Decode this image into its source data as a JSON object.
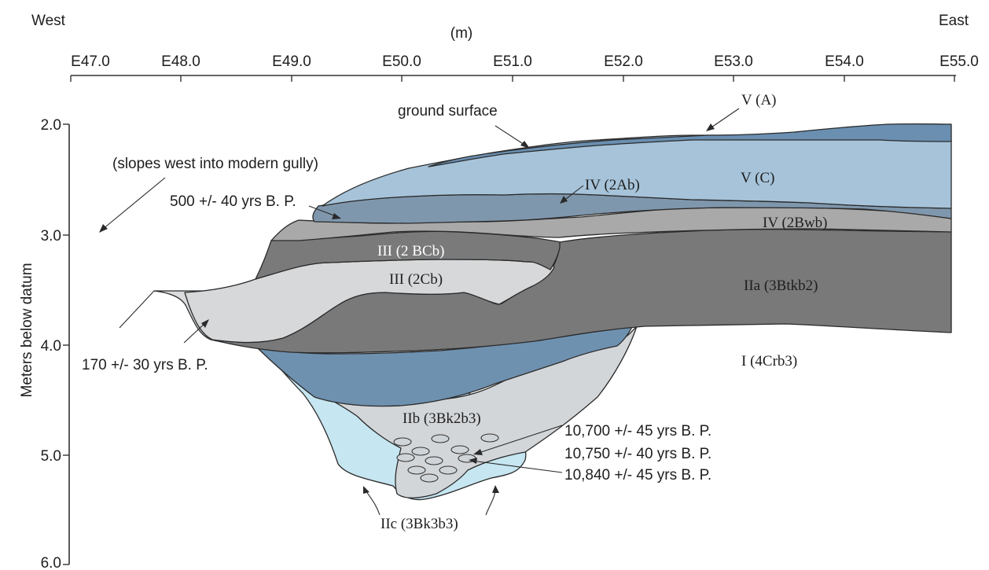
{
  "header": {
    "west_label": "West",
    "east_label": "East",
    "units_label": "(m)"
  },
  "x_axis": {
    "ticks": [
      "E47.0",
      "E48.0",
      "E49.0",
      "E50.0",
      "E51.0",
      "E52.0",
      "E53.0",
      "E54.0",
      "E55.0"
    ]
  },
  "y_axis": {
    "label": "Meters below datum",
    "ticks": [
      "2.0",
      "3.0",
      "4.0",
      "5.0",
      "6.0"
    ]
  },
  "colors": {
    "stratum_V_A": "#6a8fb1",
    "stratum_V_C": "#a6c3d9",
    "stratum_IV_2Ab": "#7f97ad",
    "stratum_IV_2Bwb": "#a9a9a9",
    "stratum_III_2BCb": "#7a7a7a",
    "stratum_III_2Cb": "#d6d8da",
    "stratum_IIa": "#797979",
    "stratum_lower_blue": "#6f91b0",
    "stratum_IIb": "#d3d6d9",
    "stratum_IIc": "#c6e6f1",
    "stratum_west_fill": "#d9dbdd"
  },
  "labels": {
    "ground_surface": "ground surface",
    "slopes_note": "(slopes west into modern gully)",
    "date_500": "500 +/- 40 yrs B. P.",
    "date_170": "170 +/- 30 yrs B. P.",
    "date_10700": "10,700 +/- 45 yrs B. P.",
    "date_10750": "10,750 +/- 40 yrs B. P.",
    "date_10840": "10,840 +/- 45 yrs B. P.",
    "stratum_V_A": "V (A)",
    "stratum_V_C": "V (C)",
    "stratum_IV_2Ab": "IV (2Ab)",
    "stratum_IV_2Bwb": "IV (2Bwb)",
    "stratum_III_2BCb": "III (2 BCb)",
    "stratum_III_2Cb": "III (2Cb)",
    "stratum_IIa": "IIa (3Btkb2)",
    "stratum_I": "I (4Crb3)",
    "stratum_IIb": "IIb (3Bk2b3)",
    "stratum_IIc": "IIc (3Bk3b3)"
  }
}
